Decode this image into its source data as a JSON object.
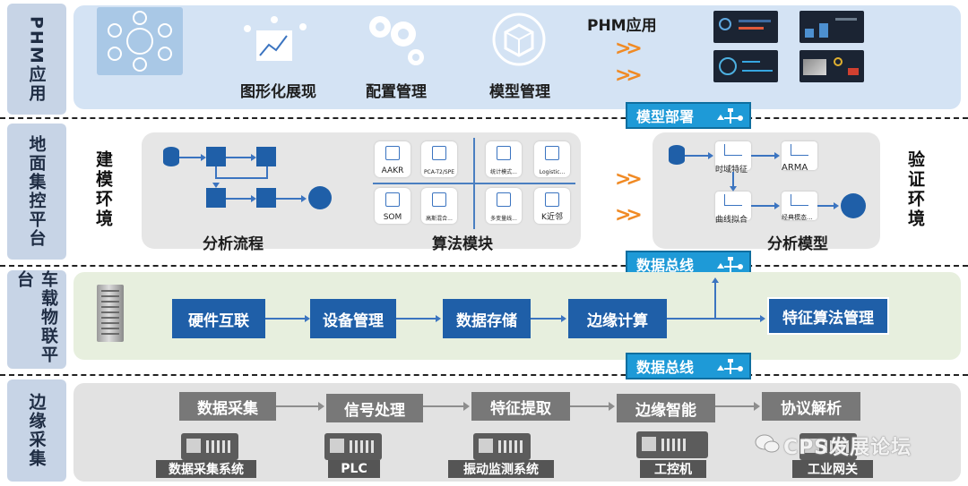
{
  "layers": {
    "phm": "PHM应用",
    "ground": "地面集控平台",
    "vehicle": "车载物联平台",
    "edge": "边缘采集"
  },
  "phm_row": {
    "items": [
      "图形化展现",
      "配置管理",
      "模型管理"
    ],
    "app_title": "PHM应用"
  },
  "ground_row": {
    "modeling_env": "建模环境",
    "verify_env": "验证环境",
    "flow_label": "分析流程",
    "algo_label": "算法模块",
    "model_label": "分析模型",
    "algorithms": [
      "AAKR",
      "PCA-T2/SPE",
      "统计模式...",
      "Logistic...",
      "SOM",
      "高斯混合...",
      "多变量线...",
      "K近邻"
    ],
    "model_nodes": [
      "时域特征",
      "ARMA",
      "曲线拟合",
      "经典模态..."
    ]
  },
  "buses": {
    "model_deploy": "模型部署",
    "data_bus_top": "数据总线",
    "data_bus_bottom": "数据总线"
  },
  "vehicle_row": {
    "steps": [
      "硬件互联",
      "设备管理",
      "数据存储",
      "边缘计算",
      "特征算法管理"
    ]
  },
  "edge_row": {
    "steps": [
      "数据采集",
      "信号处理",
      "特征提取",
      "边缘智能",
      "协议解析"
    ],
    "devices": [
      "数据采集系统",
      "PLC",
      "振动监测系统",
      "工控机",
      "工业网关"
    ]
  },
  "watermark": "CPS发展论坛",
  "colors": {
    "primary_blue": "#1f5fa8",
    "bus_blue": "#1e9ad7",
    "accent_orange": "#f08a24",
    "gray_box": "#787878"
  },
  "icons": [
    "chevron-right-icon",
    "bus-node-icon",
    "server-icon",
    "database-icon",
    "gear-icon",
    "cube-icon",
    "chart-icon",
    "wechat-icon"
  ]
}
